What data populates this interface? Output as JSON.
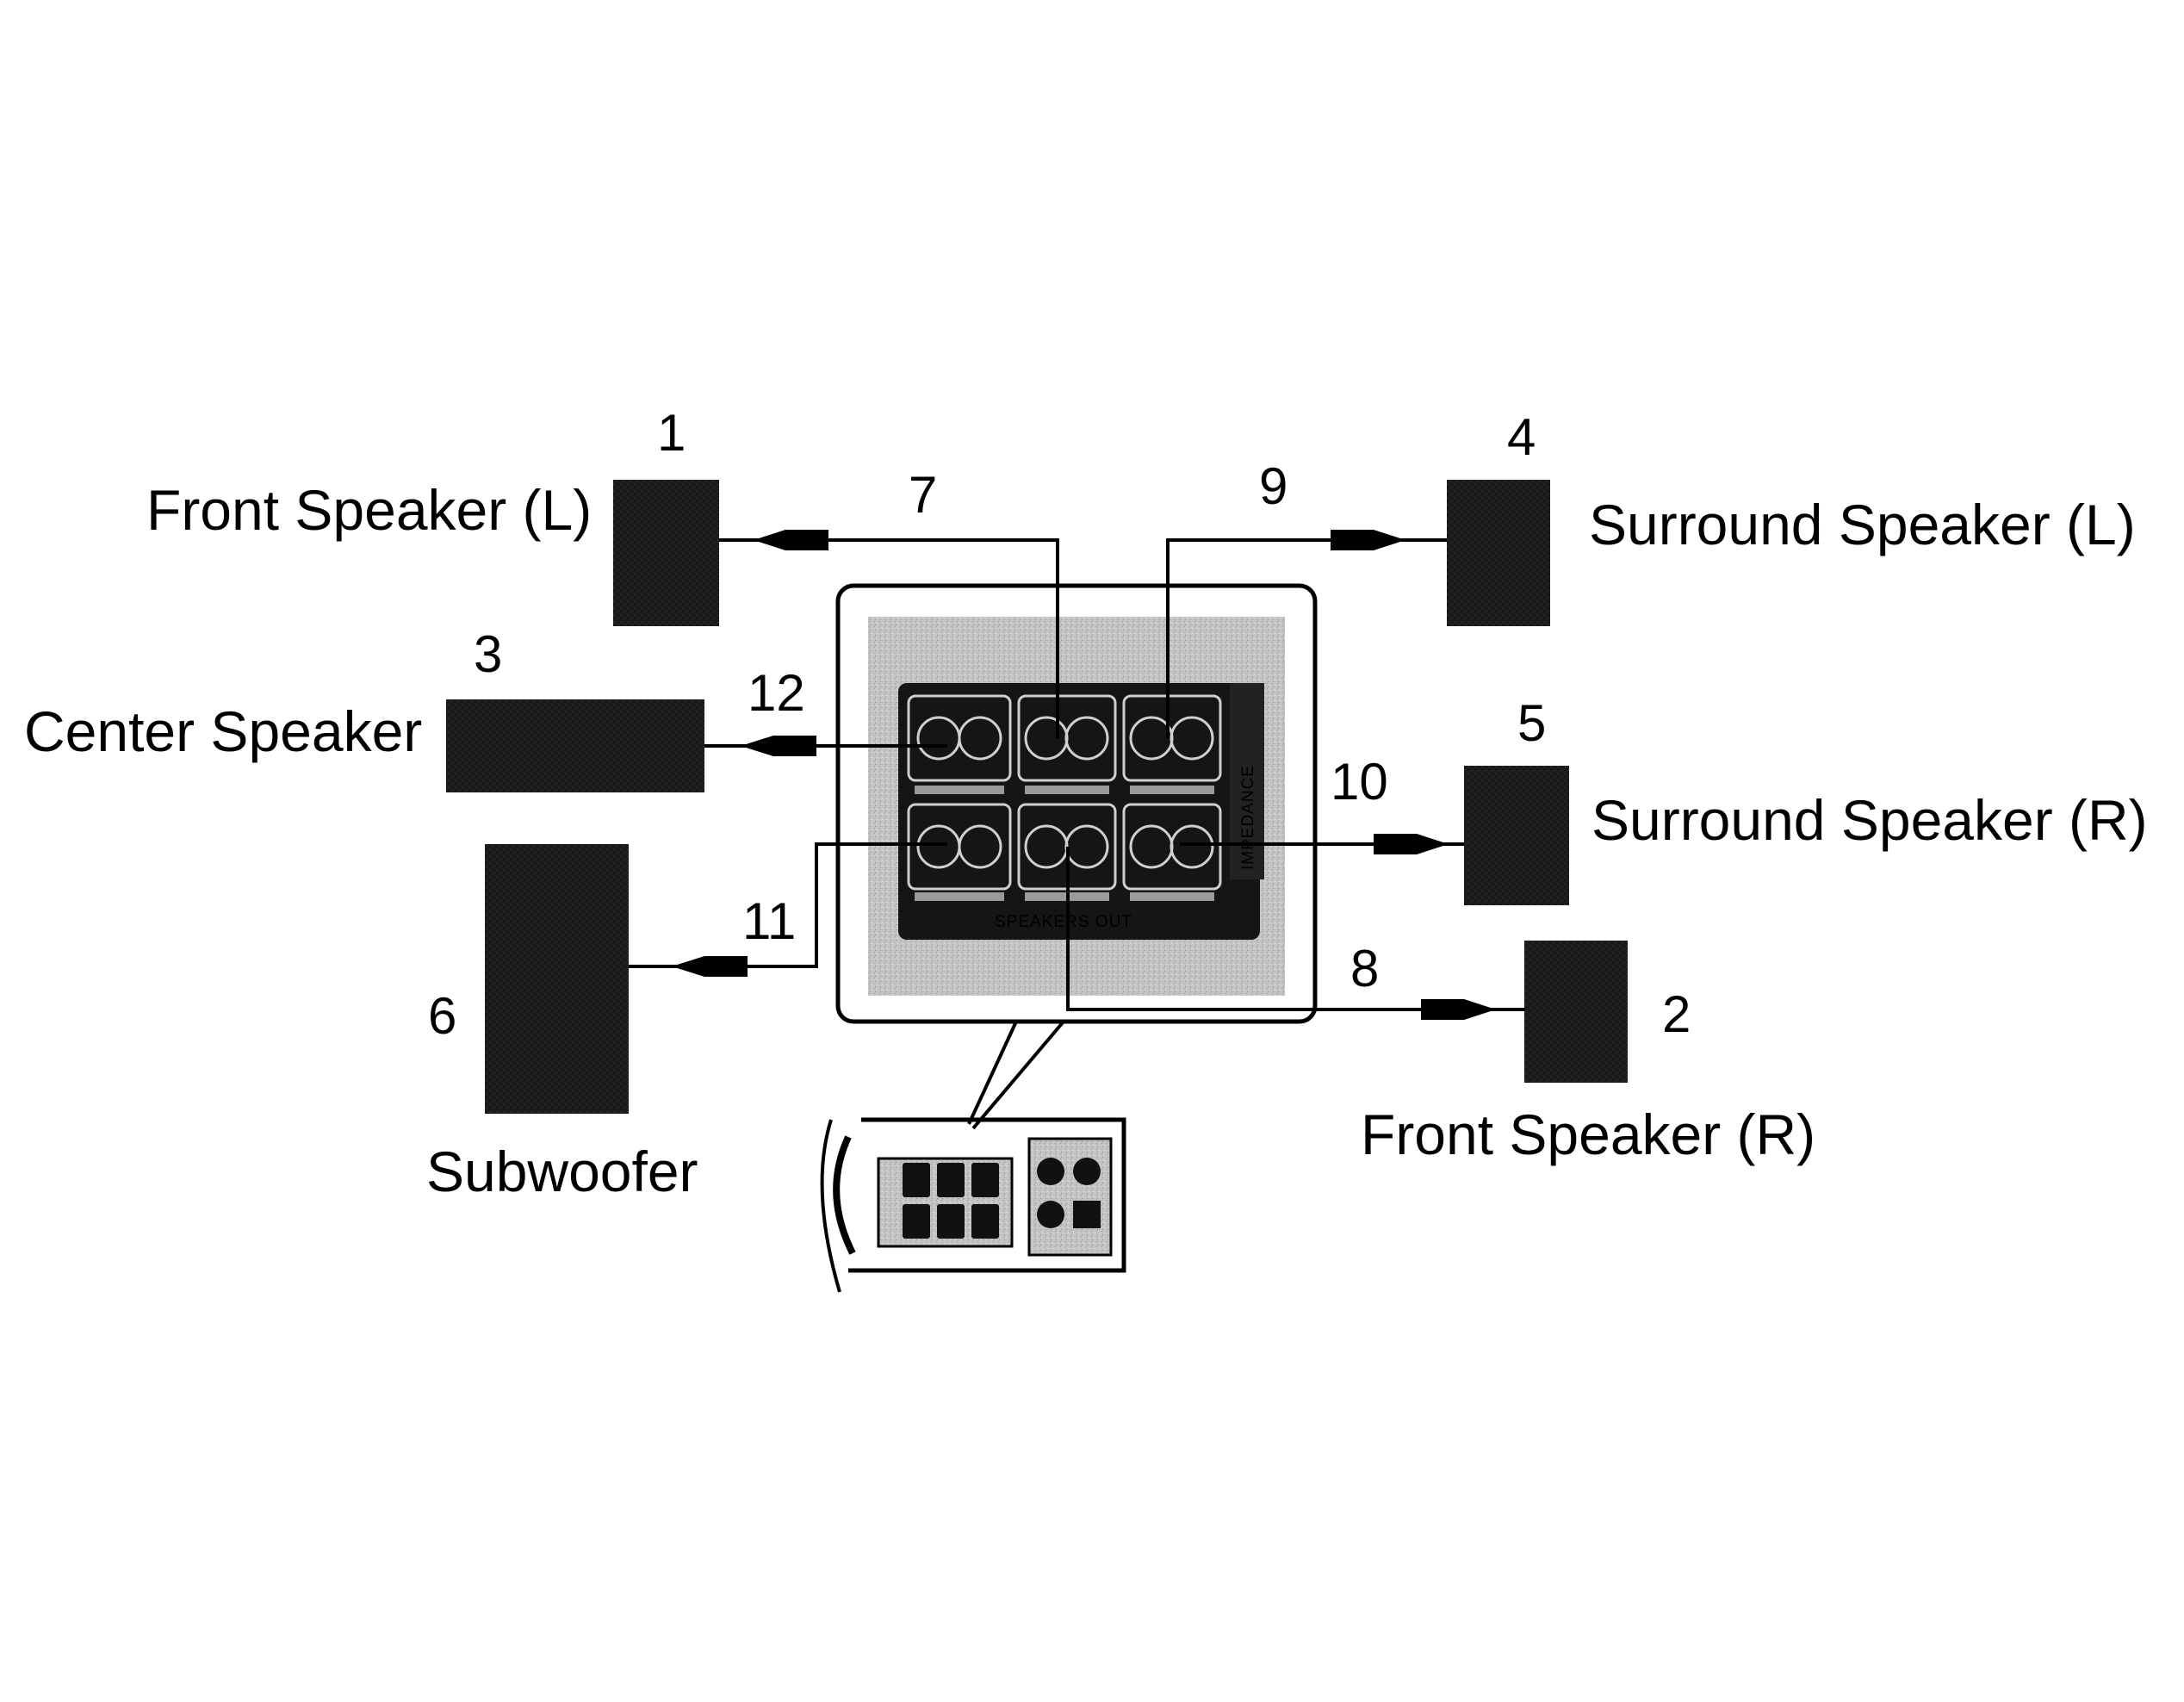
{
  "speakers": {
    "front_left": {
      "number": "1",
      "label": "Front Speaker (L)"
    },
    "front_right": {
      "number": "2",
      "label": "Front Speaker (R)"
    },
    "center": {
      "number": "3",
      "label": "Center Speaker"
    },
    "surround_left": {
      "number": "4",
      "label": "Surround Speaker (L)"
    },
    "surround_right": {
      "number": "5",
      "label": "Surround Speaker (R)"
    },
    "subwoofer": {
      "number": "6",
      "label": "Subwoofer"
    }
  },
  "cables": {
    "front_left": "7",
    "front_right": "8",
    "surround_left": "9",
    "surround_right": "10",
    "subwoofer": "11",
    "center": "12"
  },
  "panel": {
    "title": "SPEAKERS OUT",
    "impedance": "IMPEDANCE"
  }
}
